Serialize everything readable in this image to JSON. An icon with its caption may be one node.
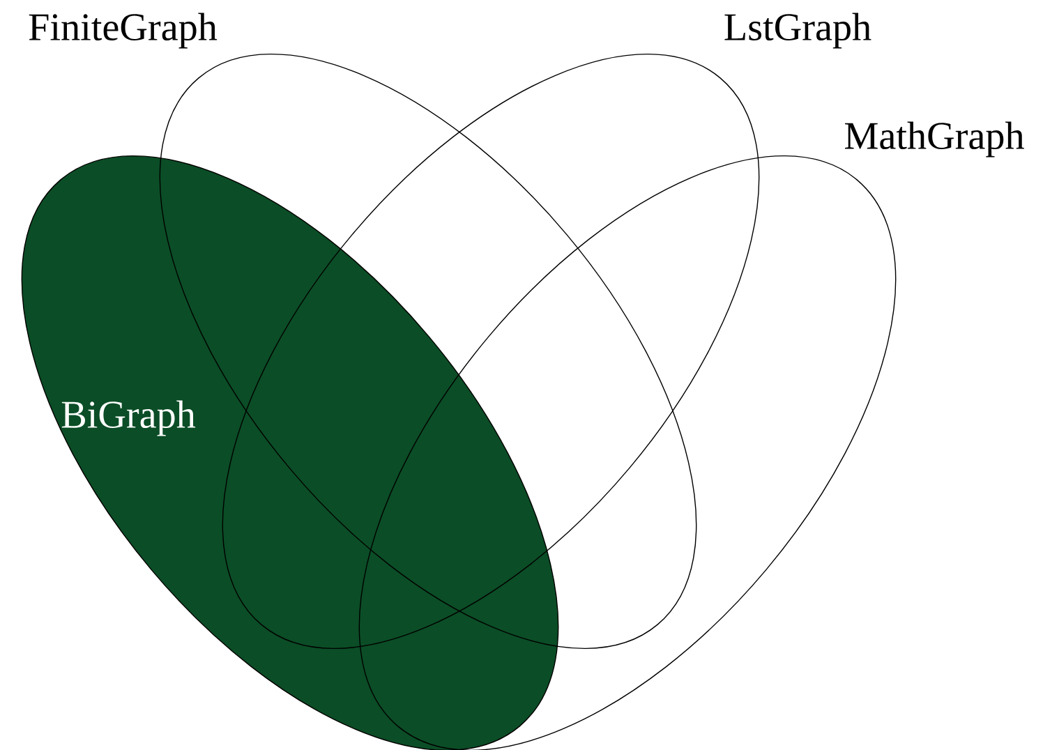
{
  "diagram": {
    "nodes": [
      {
        "text": [
          "FiniteGraph"
        ]
      },
      {
        "text": [
          "LstGraph"
        ]
      },
      {
        "text": [
          "MathGraph"
        ]
      },
      {
        "text": [
          "BiGraph"
        ]
      }
    ]
  }
}
